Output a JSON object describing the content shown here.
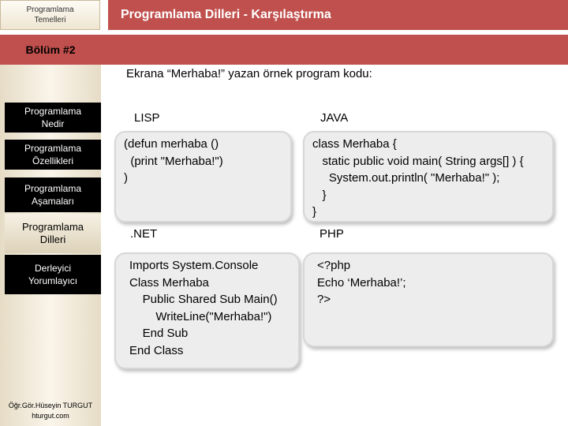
{
  "sidebar": {
    "logo_line1": "Programlama",
    "logo_line2": "Temelleri",
    "chapter": "Bölüm #2",
    "items": [
      {
        "line1": "Programlama",
        "line2": "Nedir"
      },
      {
        "line1": "Programlama",
        "line2": "Özellikleri"
      },
      {
        "line1": "Programlama",
        "line2": "Aşamaları"
      },
      {
        "line1": "Programlama",
        "line2": "Dilleri"
      },
      {
        "line1": "Derleyici",
        "line2": "Yorumlayıcı"
      }
    ],
    "author_line1": "Öğr.Gör.Hüseyin TURGUT",
    "author_line2": "hturgut.com"
  },
  "header": {
    "title": "Programlama Dilleri - Karşılaştırma"
  },
  "main": {
    "intro": "Ekrana “Merhaba!” yazan örnek program kodu:",
    "examples": [
      {
        "label": "LISP",
        "code": "(defun merhaba ()\n  (print \"Merhaba!\")\n)"
      },
      {
        "label": "JAVA",
        "code": "class Merhaba {\n   static public void main( String args[] ) {\n     System.out.println( \"Merhaba!\" );\n   }\n}"
      },
      {
        "label": ".NET",
        "code": "Imports System.Console\nClass Merhaba\n    Public Shared Sub Main()\n        WriteLine(\"Merhaba!\")\n    End Sub\nEnd Class"
      },
      {
        "label": "PHP",
        "code": "<?php\nEcho ‘Merhaba!’;\n?>"
      }
    ]
  },
  "colors": {
    "accent": "#c0504d",
    "nav_bg": "#000000",
    "code_bg": "#ededed"
  }
}
